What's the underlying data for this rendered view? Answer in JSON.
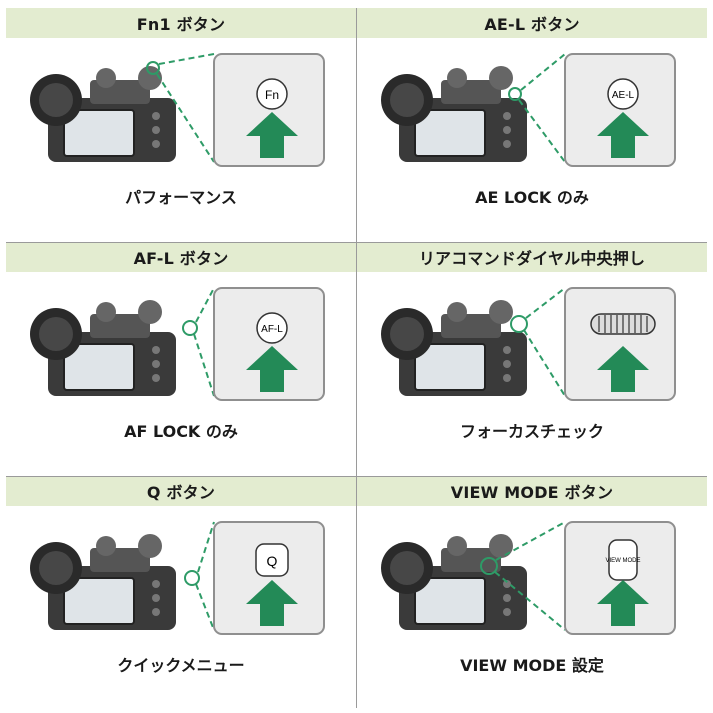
{
  "cells": [
    {
      "header": "Fn1 ボタン",
      "caption": "パフォーマンス",
      "inset_label": "Fn",
      "variant": "fn1"
    },
    {
      "header": "AE-L ボタン",
      "caption": "AE LOCK のみ",
      "inset_label": "AE-L",
      "variant": "ael"
    },
    {
      "header": "AF-L ボタン",
      "caption": "AF LOCK のみ",
      "inset_label": "AF-L",
      "variant": "afl"
    },
    {
      "header": "リアコマンドダイヤル中央押し",
      "caption": "フォーカスチェック",
      "inset_label": "",
      "variant": "dial"
    },
    {
      "header": "Q ボタン",
      "caption": "クイックメニュー",
      "inset_label": "Q",
      "variant": "q"
    },
    {
      "header": "VIEW MODE ボタン",
      "caption": "VIEW MODE 設定",
      "inset_label": "VIEW MODE",
      "variant": "view"
    }
  ],
  "colors": {
    "header_bg": "#e3ecd0",
    "arrow": "#238a57",
    "dash": "#2e9b67",
    "divider": "#9a9a9a"
  }
}
